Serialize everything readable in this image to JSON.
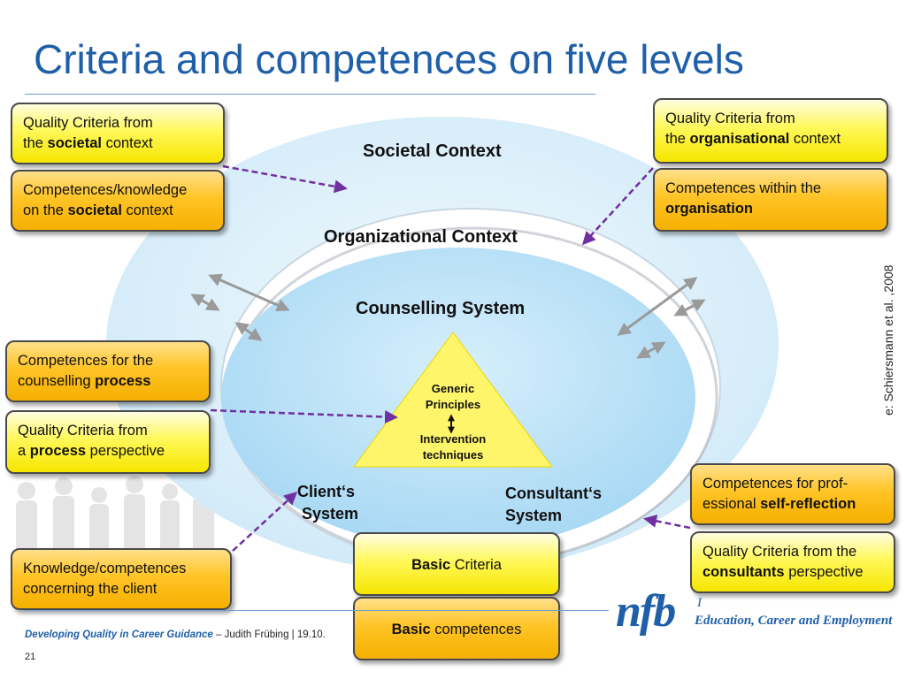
{
  "title": "Criteria and competences on five levels",
  "contexts": {
    "societal": "Societal Context",
    "organizational": "Organizational Context",
    "counselling": "Counselling System"
  },
  "triangle": {
    "top_line1": "Generic",
    "top_line2": "Principles",
    "bottom_line1": "Intervention",
    "bottom_line2": "techniques"
  },
  "systems": {
    "client_line1": "Client‘s",
    "client_line2": "System",
    "consultant_line1": "Consultant‘s",
    "consultant_line2": "System"
  },
  "boxes": {
    "qc_societal": {
      "pre": "Quality Criteria from",
      "mid_pre": "the ",
      "bold": "societal",
      "post": " context"
    },
    "cp_societal": {
      "pre": "Competences/knowledge",
      "mid_pre": "on the ",
      "bold": "societal",
      "post": " context"
    },
    "qc_org": {
      "pre": "Quality Criteria from",
      "mid_pre": "the ",
      "bold": "organisational",
      "post": " context"
    },
    "cp_org": {
      "pre": "Competences within the",
      "bold": "organisation"
    },
    "cp_process": {
      "pre": "Competences for the",
      "mid_pre": "counselling ",
      "bold": "process"
    },
    "qc_process": {
      "pre": "Quality Criteria from",
      "mid_pre": "a  ",
      "bold": "process",
      "post": " perspective"
    },
    "cp_client": {
      "line1": "Knowledge/competences",
      "line2": "concerning the client"
    },
    "cp_reflection": {
      "pre": "Competences for prof-",
      "mid_pre": "essional ",
      "bold": "self-reflection"
    },
    "qc_consultants": {
      "pre": "Quality Criteria from the",
      "bold": "consultants",
      "post": " perspective"
    },
    "qc_basic": {
      "bold": "Basic",
      "post": " Criteria"
    },
    "cp_basic": {
      "bold": "Basic",
      "post": " competences"
    }
  },
  "source": "e: Schiersmann et al. ,2008",
  "footer": {
    "highlight": "Developing Quality in Career Guidance",
    "rest": " – Judith Frübing | 19.10.",
    "page": "21"
  },
  "logo": {
    "mark": "nfb",
    "tagline": "Education, Career and Employment",
    "fragment": "I"
  },
  "colors": {
    "title": "#1f5fa8",
    "quality_criteria_box": "#fff85a",
    "competence_box": "#ffc426",
    "triangle": "#fff56a",
    "dashed_arrow": "#7030a0",
    "ellipse_outer": "#ddf0fb",
    "ellipse_inner": "#b9e2f8"
  }
}
